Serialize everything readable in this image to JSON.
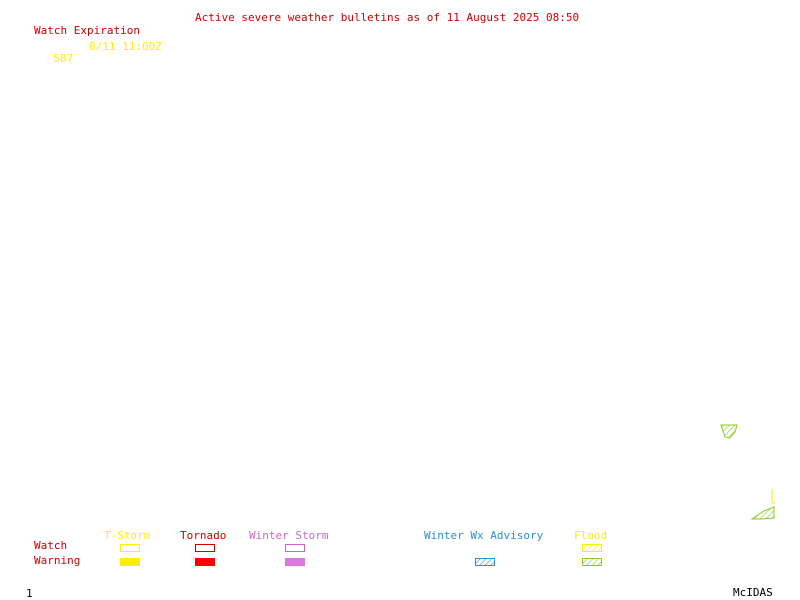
{
  "title": "Active severe weather bulletins as of 11 August 2025 08:50",
  "watch_list": {
    "header": "Watch Expiration",
    "rows": [
      {
        "id": "587",
        "expiration": "8/11 11:00Z"
      }
    ]
  },
  "legend": {
    "row_labels": {
      "watch": "Watch",
      "warning": "Warning"
    },
    "categories": [
      {
        "key": "tstorm",
        "label": "T-Storm",
        "color": "#ffee00"
      },
      {
        "key": "tornado",
        "label": "Tornado",
        "color": "#cc0000"
      },
      {
        "key": "winter_storm",
        "label": "Winter Storm",
        "color": "#cc66cc"
      },
      {
        "key": "winter_wx_advisory",
        "label": "Winter Wx Advisory",
        "color": "#2a8fd0"
      },
      {
        "key": "flood",
        "label": "Flood",
        "color": "#88cc22"
      }
    ]
  },
  "footer": {
    "frame": "1",
    "brand": "McIDAS"
  }
}
